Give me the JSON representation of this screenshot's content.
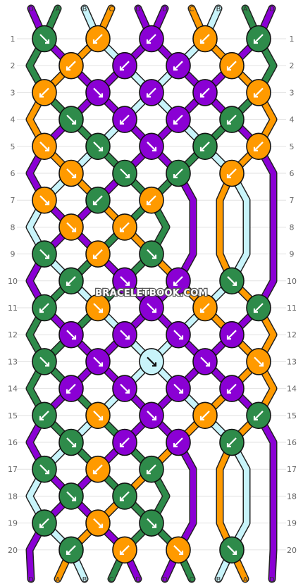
{
  "pattern": {
    "watermark": "BRACELETBOOK.COM",
    "colors": {
      "D": "#8a00d4",
      "A": "#2e8b4a",
      "B": "#c8f4fa",
      "C": "#ff9a00"
    },
    "string_labels": [
      "D",
      "A",
      "B",
      "C",
      "D",
      "D",
      "C",
      "B",
      "A",
      "D"
    ],
    "row_numbers": [
      "1",
      "2",
      "3",
      "4",
      "5",
      "6",
      "7",
      "8",
      "9",
      "10",
      "11",
      "12",
      "13",
      "14",
      "15",
      "16",
      "17",
      "18",
      "19",
      "20"
    ],
    "knots": [
      [
        "A:se",
        "C:sw",
        "D:sw",
        "C:sw",
        "A:sw"
      ],
      [
        "C:sw",
        "D:sw",
        "D:sw",
        "C:sw"
      ],
      [
        "C:sw",
        "D:se",
        "D:sw",
        "D:sw",
        "C:sw"
      ],
      [
        "A:se",
        "D:sw",
        "D:sw",
        "A:sw"
      ],
      [
        "C:se",
        "A:se",
        "D:se",
        "A:sw",
        "C:sw"
      ],
      [
        "C:se",
        "A:se",
        "A:sw",
        "C:sw"
      ],
      [
        "C:se",
        "A:sw",
        "C:sw"
      ],
      [
        "C:se",
        "C:sw"
      ],
      [
        "A:se",
        "C:sw",
        "A:se"
      ],
      [
        "A:sw",
        "D:se",
        "D:sw",
        "A:se"
      ],
      [
        "A:sw",
        "C:se",
        "D:se",
        "C:sw",
        "A:sw"
      ],
      [
        "D:se",
        "D:se",
        "D:se",
        "D:sw"
      ],
      [
        "A:se",
        "D:se",
        "B:se",
        "D:se",
        "C:se"
      ],
      [
        "D:sw",
        "D:se",
        "D:se",
        "D:sw"
      ],
      [
        "A:sw",
        "C:se",
        "D:se",
        "C:sw",
        "A:sw"
      ],
      [
        "A:se",
        "D:sw",
        "D:sw",
        "A:sw"
      ],
      [
        "A:se",
        "C:sw",
        "A:sw"
      ],
      [
        "A:se",
        "A:sw"
      ],
      [
        "A:sw",
        "C:se",
        "A:se"
      ],
      [
        "A:sw",
        "C:sw",
        "C:se",
        "A:se"
      ]
    ]
  }
}
